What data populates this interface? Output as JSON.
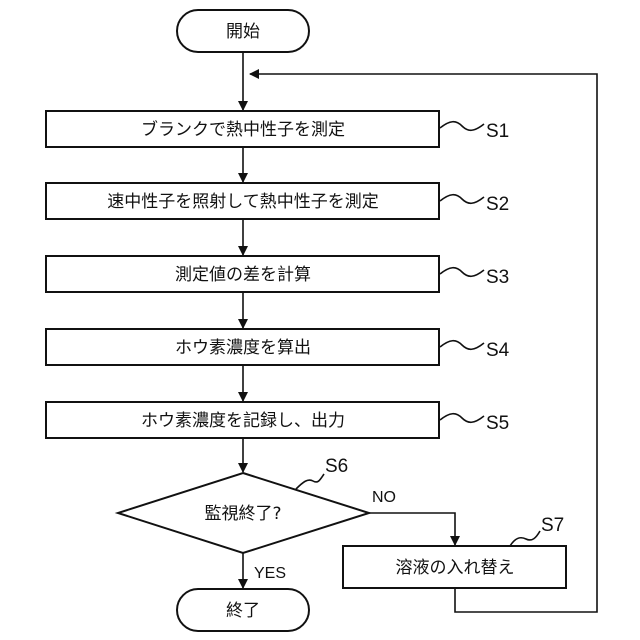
{
  "start": "開始",
  "end": "終了",
  "steps": [
    {
      "id": "S1",
      "label": "ブランクで熱中性子を測定"
    },
    {
      "id": "S2",
      "label": "速中性子を照射して熱中性子を測定"
    },
    {
      "id": "S3",
      "label": "測定値の差を計算"
    },
    {
      "id": "S4",
      "label": "ホウ素濃度を算出"
    },
    {
      "id": "S5",
      "label": "ホウ素濃度を記録し、出力"
    }
  ],
  "decision": {
    "id": "S6",
    "label": "監視終了?",
    "yes": "YES",
    "no": "NO"
  },
  "replace": {
    "id": "S7",
    "label": "溶液の入れ替え"
  }
}
